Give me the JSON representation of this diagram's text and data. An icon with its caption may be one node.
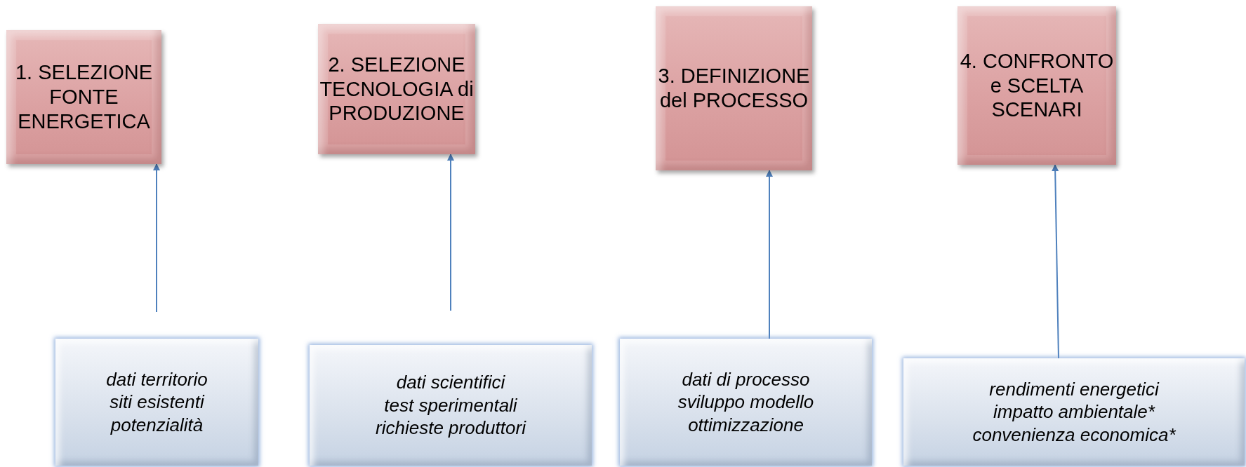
{
  "diagram": {
    "nodes": [
      {
        "text": [
          "1. SELEZIONE FONTE ENERGETICA"
        ]
      },
      {
        "text": [
          "2. SELEZIONE TECNOLOGIA di PRODUZIONE"
        ]
      },
      {
        "text": [
          "3. DEFINIZIONE del PROCESSO"
        ]
      },
      {
        "text": [
          "4. CONFRONTO e SCELTA SCENARI"
        ]
      },
      {
        "text": [
          "dati territorio",
          "siti esistenti",
          "potenzialità"
        ]
      },
      {
        "text": [
          "dati scientifici",
          "test sperimentali",
          "richieste produttori"
        ]
      },
      {
        "text": [
          "dati di processo",
          "sviluppo modello",
          "ottimizzazione"
        ]
      },
      {
        "text": [
          "rendimenti energetici",
          "impatto ambientale*",
          "convenienza economica*"
        ]
      }
    ],
    "edges": [
      {
        "from": null,
        "to": 0,
        "arrow": "to"
      },
      {
        "from": null,
        "to": 1,
        "arrow": "to"
      },
      {
        "from": 6,
        "to": 2,
        "arrow": "to"
      },
      {
        "from": 7,
        "to": 3,
        "arrow": "to"
      }
    ]
  }
}
